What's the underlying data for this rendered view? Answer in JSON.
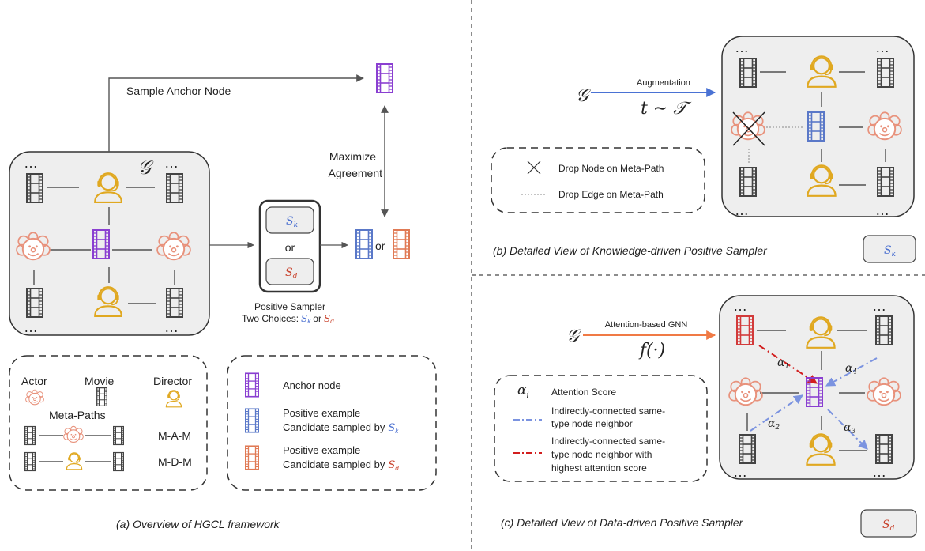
{
  "panel_a": {
    "caption": "(a) Overview of HGCL framework",
    "sample_anchor": "Sample Anchor Node",
    "maximize": "Maximize",
    "agreement": "Agreement",
    "graph_symbol": "𝒢",
    "dots": "…",
    "sk": "S",
    "sk_sub": "k",
    "sd": "S",
    "sd_sub": "d",
    "or": "or",
    "sampler_line1": "Positive Sampler",
    "sampler_line2": "Two Choices:",
    "legend_left": {
      "actor": "Actor",
      "movie": "Movie",
      "director": "Director",
      "meta_paths": "Meta-Paths",
      "mam": "M-A-M",
      "mdm": "M-D-M"
    },
    "legend_right": {
      "anchor": "Anchor node",
      "pos_k_1": "Positive example",
      "pos_k_2": "Candidate sampled by",
      "pos_d_1": "Positive example",
      "pos_d_2": "Candidate sampled by"
    }
  },
  "panel_b": {
    "caption": "(b) Detailed View of Knowledge-driven Positive Sampler",
    "augmentation": "Augmentation",
    "transform": "t ∼ 𝒯",
    "drop_node": "Drop Node on Meta-Path",
    "drop_edge": "Drop Edge on Meta-Path"
  },
  "panel_c": {
    "caption": "(c) Detailed View of Data-driven Positive Sampler",
    "gnn": "Attention-based GNN",
    "func": "f(·)",
    "alpha_i": "α",
    "alpha_i_sub": "i",
    "attention_score": "Attention Score",
    "ind1_l1": "Indirectly-connected same-",
    "ind1_l2": "type node neighbor",
    "ind2_l1": "Indirectly-connected same-",
    "ind2_l2": "type node neighbor with",
    "ind2_l3": "highest attention score",
    "a1": "α",
    "a1s": "1",
    "a2": "α",
    "a2s": "2",
    "a3": "α",
    "a3s": "3",
    "a4": "α",
    "a4s": "4"
  },
  "colors": {
    "movie_gray": "#444444",
    "movie_purple": "#8a3fd1",
    "movie_blue": "#5a78c8",
    "movie_orange": "#e07a55",
    "movie_red": "#d23a3a",
    "director": "#e0a820",
    "actor": "#e8927c",
    "sk_blue": "#4a6fd0",
    "sd_red": "#c8402a",
    "arrow_blue": "#4a72d4",
    "arrow_orange": "#f07a45",
    "box_fill": "#eeeeee"
  }
}
